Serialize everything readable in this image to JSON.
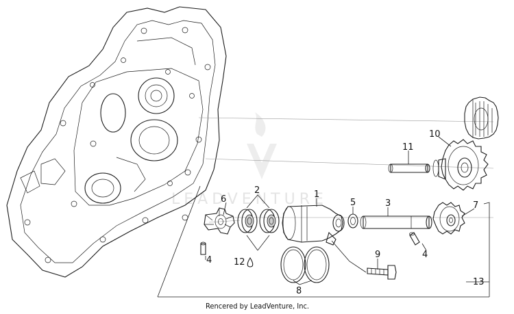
{
  "credit": "Rencered by LeadVenture, Inc.",
  "watermark": "LEADVENTURE",
  "callouts": [
    "1",
    "2",
    "3",
    "4",
    "4",
    "5",
    "6",
    "7",
    "8",
    "9",
    "10",
    "11",
    "12",
    "13"
  ],
  "colors": {
    "ink": "#1a1a1a",
    "watermark": "#e4e4e4",
    "background": "#ffffff"
  }
}
